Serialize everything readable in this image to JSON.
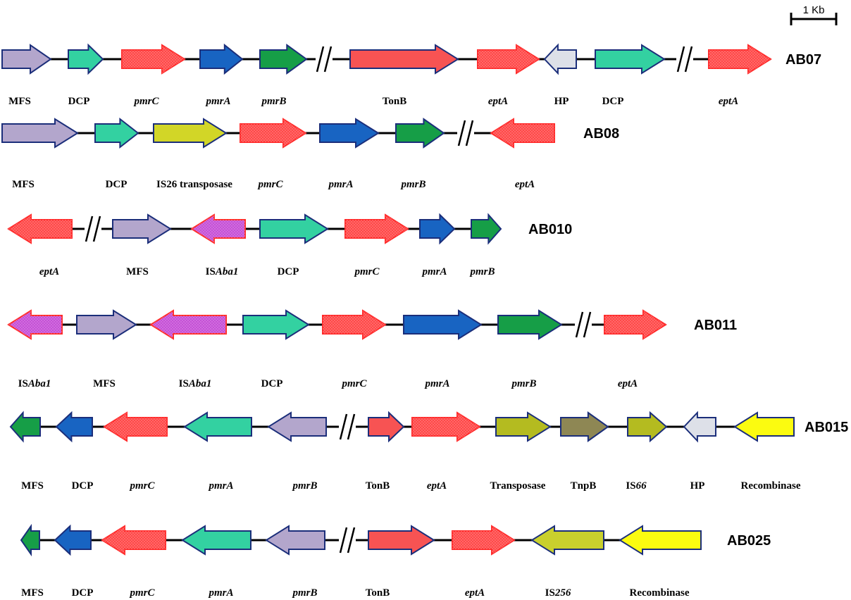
{
  "scale_bar": {
    "label": "1 Kb"
  },
  "colors": {
    "MFS": "#b3a6cc",
    "DCP": "#33d1a1",
    "pmr_red": "#ff4848",
    "pmrA": "#1864c2",
    "pmrB": "#169e47",
    "TonB": "#f75353",
    "HP": "#dde0e8",
    "IS26": "#d2d627",
    "ISAba1": "#c54fd6",
    "olive": "#b4bb20",
    "TnpB": "#8e8754",
    "IS256": "#c9d02d",
    "Recombinase": "#fbfb10",
    "outline_blue": "#1b2e7a",
    "outline_red": "#ff2a2a"
  },
  "strains": [
    {
      "name": "AB07",
      "genes": [
        {
          "label": "MFS",
          "italic": false,
          "color": "#b3a6cc",
          "dir": "right"
        },
        {
          "label": "DCP",
          "italic": false,
          "color": "#33d1a1",
          "dir": "right"
        },
        {
          "label": "pmrC",
          "italic": true,
          "color": "#ff4848",
          "dir": "right",
          "dotted": true
        },
        {
          "label": "pmrA",
          "italic": true,
          "color": "#1864c2",
          "dir": "right"
        },
        {
          "label": "pmrB",
          "italic": true,
          "color": "#169e47",
          "dir": "right"
        },
        {
          "label": "TonB",
          "italic": false,
          "color": "#f75353",
          "dir": "right"
        },
        {
          "label": "eptA",
          "italic": true,
          "color": "#ff4848",
          "dir": "right",
          "dotted": true
        },
        {
          "label": "HP",
          "italic": false,
          "color": "#dde0e8",
          "dir": "left"
        },
        {
          "label": "DCP",
          "italic": false,
          "color": "#33d1a1",
          "dir": "right"
        },
        {
          "label": "eptA",
          "italic": true,
          "color": "#ff4848",
          "dir": "right",
          "dotted": true
        }
      ]
    },
    {
      "name": "AB08",
      "genes": [
        {
          "label": "MFS",
          "italic": false,
          "color": "#b3a6cc",
          "dir": "right"
        },
        {
          "label": "DCP",
          "italic": false,
          "color": "#33d1a1",
          "dir": "right"
        },
        {
          "label": "IS26 transposase",
          "italic": false,
          "color": "#d2d627",
          "dir": "right"
        },
        {
          "label": "pmrC",
          "italic": true,
          "color": "#ff4848",
          "dir": "right",
          "dotted": true
        },
        {
          "label": "pmrA",
          "italic": true,
          "color": "#1864c2",
          "dir": "right"
        },
        {
          "label": "pmrB",
          "italic": true,
          "color": "#169e47",
          "dir": "right"
        },
        {
          "label": "eptA",
          "italic": true,
          "color": "#ff4848",
          "dir": "left",
          "dotted": true
        }
      ]
    },
    {
      "name": "AB010",
      "genes": [
        {
          "label": "eptA",
          "italic": true,
          "color": "#ff4848",
          "dir": "left",
          "dotted": true
        },
        {
          "label": "MFS",
          "italic": false,
          "color": "#b3a6cc",
          "dir": "right"
        },
        {
          "label": "ISAba1",
          "italic": false,
          "color": "#c54fd6",
          "dir": "left",
          "dotted": true
        },
        {
          "label": "DCP",
          "italic": false,
          "color": "#33d1a1",
          "dir": "right"
        },
        {
          "label": "pmrC",
          "italic": true,
          "color": "#ff4848",
          "dir": "right",
          "dotted": true
        },
        {
          "label": "pmrA",
          "italic": true,
          "color": "#1864c2",
          "dir": "right"
        },
        {
          "label": "pmrB",
          "italic": true,
          "color": "#169e47",
          "dir": "right"
        }
      ]
    },
    {
      "name": "AB011",
      "genes": [
        {
          "label": "ISAba1",
          "italic": false,
          "color": "#c54fd6",
          "dir": "left",
          "dotted": true
        },
        {
          "label": "MFS",
          "italic": false,
          "color": "#b3a6cc",
          "dir": "right"
        },
        {
          "label": "ISAba1",
          "italic": false,
          "color": "#c54fd6",
          "dir": "left",
          "dotted": true
        },
        {
          "label": "DCP",
          "italic": false,
          "color": "#33d1a1",
          "dir": "right"
        },
        {
          "label": "pmrC",
          "italic": true,
          "color": "#ff4848",
          "dir": "right",
          "dotted": true
        },
        {
          "label": "pmrA",
          "italic": true,
          "color": "#1864c2",
          "dir": "right"
        },
        {
          "label": "pmrB",
          "italic": true,
          "color": "#169e47",
          "dir": "right"
        },
        {
          "label": "eptA",
          "italic": true,
          "color": "#ff4848",
          "dir": "right",
          "dotted": true
        }
      ]
    },
    {
      "name": "AB015",
      "genes": [
        {
          "label": "MFS",
          "italic": false,
          "color": "#169e47",
          "dir": "left"
        },
        {
          "label": "DCP",
          "italic": false,
          "color": "#1864c2",
          "dir": "left"
        },
        {
          "label": "pmrC",
          "italic": true,
          "color": "#ff4848",
          "dir": "left",
          "dotted": true
        },
        {
          "label": "pmrA",
          "italic": true,
          "color": "#33d1a1",
          "dir": "left"
        },
        {
          "label": "pmrB",
          "italic": true,
          "color": "#b3a6cc",
          "dir": "left"
        },
        {
          "label": "TonB",
          "italic": false,
          "color": "#f75353",
          "dir": "right"
        },
        {
          "label": "eptA",
          "italic": true,
          "color": "#ff4848",
          "dir": "right",
          "dotted": true
        },
        {
          "label": "Transposase",
          "italic": false,
          "color": "#b4bb20",
          "dir": "right"
        },
        {
          "label": "TnpB",
          "italic": false,
          "color": "#8e8754",
          "dir": "right"
        },
        {
          "label": "IS66",
          "italic": false,
          "color": "#b4bb20",
          "dir": "right"
        },
        {
          "label": "HP",
          "italic": false,
          "color": "#dde0e8",
          "dir": "left"
        },
        {
          "label": "Recombinase",
          "italic": false,
          "color": "#fbfb10",
          "dir": "left"
        }
      ]
    },
    {
      "name": "AB025",
      "genes": [
        {
          "label": "MFS",
          "italic": false,
          "color": "#169e47",
          "dir": "left"
        },
        {
          "label": "DCP",
          "italic": false,
          "color": "#1864c2",
          "dir": "left"
        },
        {
          "label": "pmrC",
          "italic": true,
          "color": "#ff4848",
          "dir": "left",
          "dotted": true
        },
        {
          "label": "pmrA",
          "italic": true,
          "color": "#33d1a1",
          "dir": "left"
        },
        {
          "label": "pmrB",
          "italic": true,
          "color": "#b3a6cc",
          "dir": "left"
        },
        {
          "label": "TonB",
          "italic": false,
          "color": "#f75353",
          "dir": "right"
        },
        {
          "label": "eptA",
          "italic": true,
          "color": "#ff4848",
          "dir": "right",
          "dotted": true
        },
        {
          "label": "IS256",
          "italic": false,
          "color": "#c9d02d",
          "dir": "left"
        },
        {
          "label": "Recombinase",
          "italic": false,
          "color": "#fbfb10",
          "dir": "left"
        }
      ]
    }
  ]
}
